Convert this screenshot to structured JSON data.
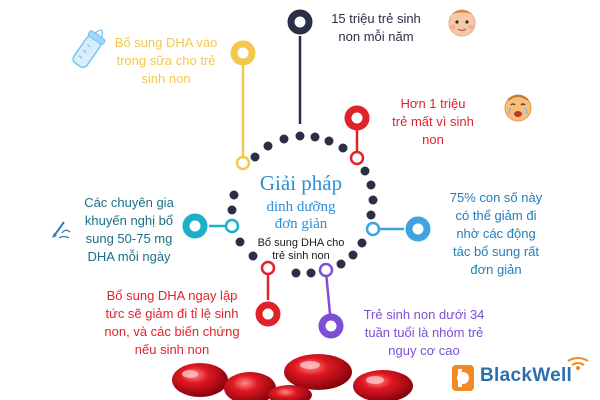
{
  "center": {
    "title": "Giải pháp",
    "subtitle_line1": "dinh dưỡng",
    "subtitle_line2": "đơn giản",
    "note_line1": "Bổ sung DHA cho",
    "note_line2": "trẻ sinh non"
  },
  "items": [
    {
      "id": "top",
      "color": "#2b2f45",
      "lines": [
        "15 triệu trẻ sinh",
        "non mỗi năm"
      ],
      "icon": "baby-face-icon"
    },
    {
      "id": "upper-right",
      "color": "#e0232b",
      "lines": [
        "Hơn 1 triệu",
        "trẻ mất vì sinh",
        "non"
      ],
      "icon": "crying-baby-icon"
    },
    {
      "id": "right",
      "color": "#1f7fb8",
      "lines": [
        "75% con số này",
        "có thể giảm đi",
        "nhờ các động",
        "tác bổ sung rất",
        "đơn giản"
      ],
      "icon": null
    },
    {
      "id": "lower-right",
      "color": "#7b4fd6",
      "lines": [
        "Trẻ sinh non dưới 34",
        "tuần tuổi là nhóm trẻ",
        "nguy cơ cao"
      ],
      "icon": null
    },
    {
      "id": "lower-left",
      "color": "#e0232b",
      "lines": [
        "Bổ sung DHA ngay lập",
        "tức sẽ giảm đi tỉ lệ sinh",
        "non, và các biến chứng",
        "nếu sinh non"
      ],
      "icon": null
    },
    {
      "id": "left",
      "color": "#1b6f86",
      "lines": [
        "Các chuyên gia",
        "khuyến nghị bổ",
        "sung 50-75 mg",
        "DHA mỗi ngày"
      ],
      "icon": "pen-icon"
    },
    {
      "id": "upper-left",
      "color": "#f2c94c",
      "lines": [
        "Bổ sung DHA vào",
        "trong sữa cho trẻ",
        "sinh non"
      ],
      "icon": "baby-bottle-icon"
    }
  ],
  "logo": {
    "text": "BlackWell"
  },
  "colors": {
    "title": "#2b8fd6",
    "dots": "#2b2f45",
    "capsule": "#d8101c"
  }
}
